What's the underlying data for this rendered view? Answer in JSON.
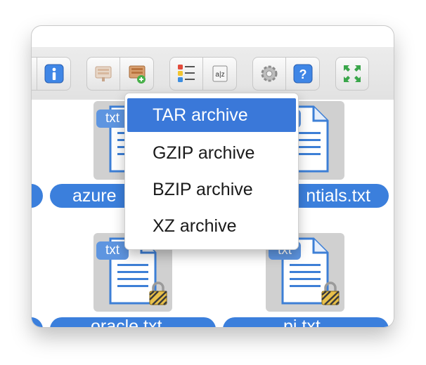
{
  "menu": {
    "items": [
      {
        "label": "TAR archive",
        "selected": true
      },
      {
        "label": "GZIP archive",
        "selected": false
      },
      {
        "label": "BZIP archive",
        "selected": false
      },
      {
        "label": "XZ archive",
        "selected": false
      }
    ]
  },
  "files": [
    {
      "name": "azure",
      "badge": "txt",
      "locked": false
    },
    {
      "name": "ntials.txt",
      "badge": "txt",
      "locked": false
    },
    {
      "name": "oracle.txt",
      "badge": "txt",
      "locked": true
    },
    {
      "name": "pi.txt",
      "badge": "txt",
      "locked": true
    }
  ],
  "toolbar": {
    "icons": [
      "info-icon",
      "extract-icon",
      "add-to-archive-icon",
      "view-mode-icon",
      "sort-az-icon",
      "settings-icon",
      "help-icon",
      "fullscreen-icon"
    ]
  },
  "colors": {
    "accent": "#3b7fdc",
    "menu_selection": "#3a78d9",
    "tile_background": "#d0d0d0",
    "toolbar_background": "#e4e4e4"
  }
}
